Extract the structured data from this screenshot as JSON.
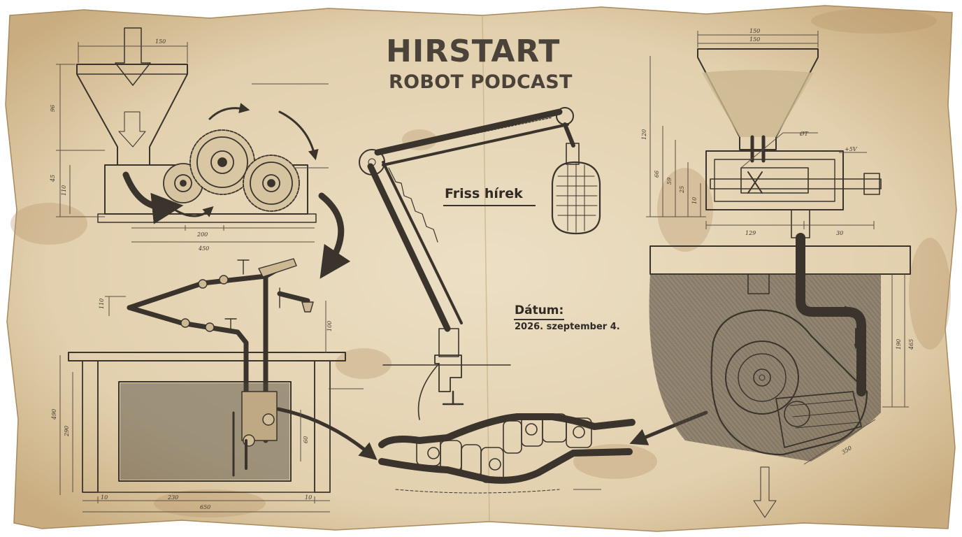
{
  "header": {
    "title": "HIRSTART",
    "subtitle": "ROBOT PODCAST"
  },
  "labels": {
    "news": "Friss hírek",
    "date_label": "Dátum:",
    "date_value": "2026. szeptember 4."
  },
  "dimensions": {
    "hopper_width": "150",
    "hopper_height": "96",
    "base_height": "45",
    "base_inner": "110",
    "gear_span": "200",
    "base_width": "450",
    "pipe_height_left": "110",
    "pipe_height_right": "100",
    "table_height": "490",
    "tank_height": "290",
    "tank_inner": "60",
    "tank_margin_left": "10",
    "tank_width": "230",
    "tank_margin_right": "10",
    "table_width": "650",
    "right_hopper_top_1": "150",
    "right_hopper_top_2": "150",
    "right_height_total": "120",
    "right_height_66": "66",
    "right_height_59": "59",
    "right_height_25": "25",
    "right_height_10": "10",
    "right_label_diameter": "ØT",
    "right_label_voltage": "+5V",
    "right_span_129": "129",
    "right_span_30": "30",
    "right_pump_h1": "190",
    "right_pump_h2": "465",
    "right_pump_diag": "350"
  },
  "colors": {
    "paper": "#e6d7b8",
    "ink": "#3a342c",
    "stain": "#b8966a",
    "title": "#4b4339"
  }
}
